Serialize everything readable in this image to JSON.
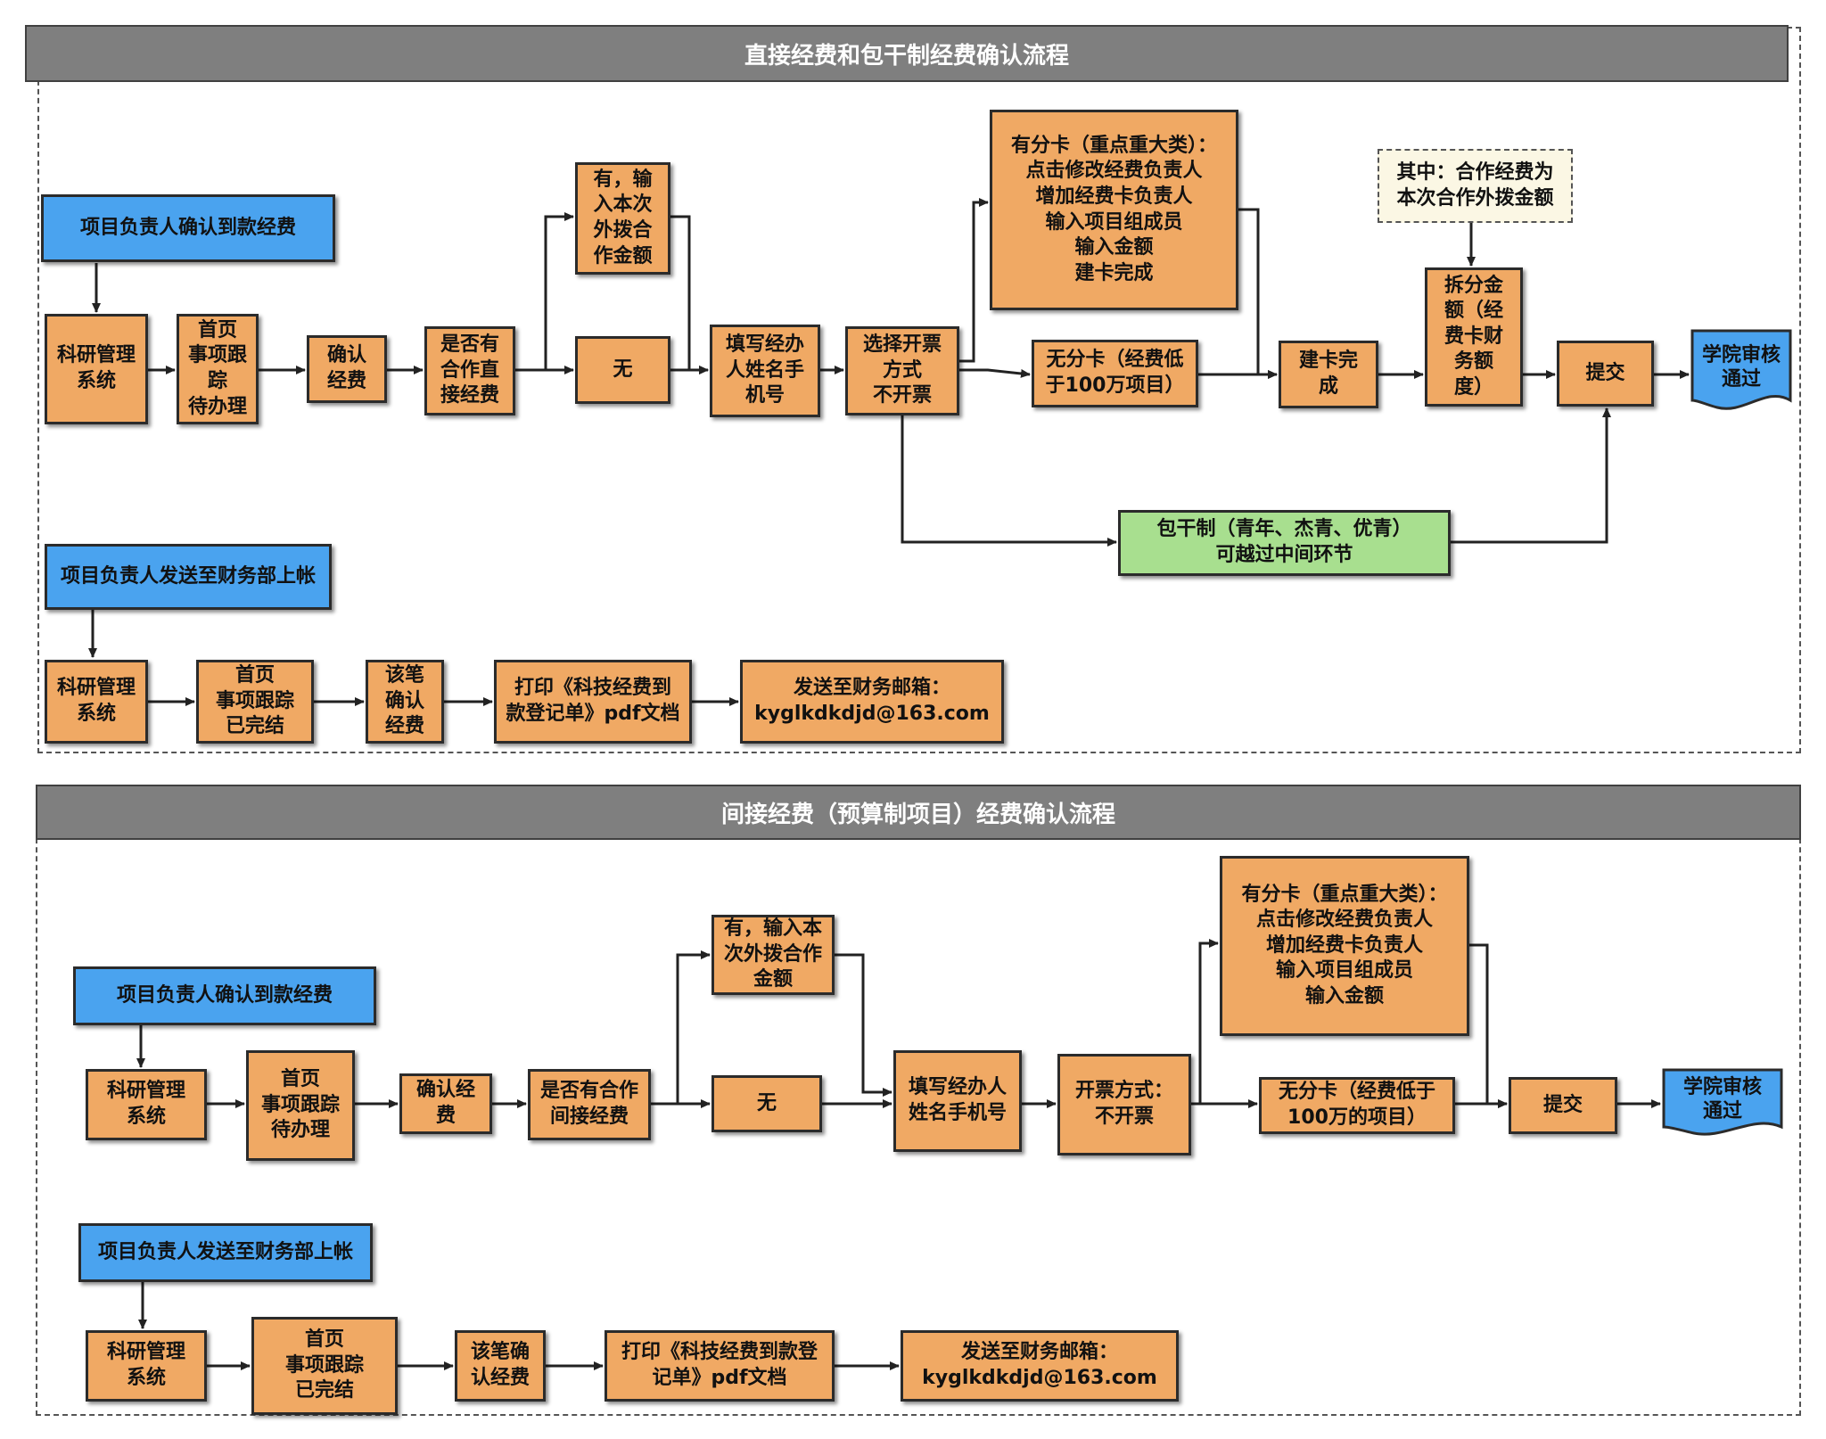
{
  "section1": {
    "title": "直接经费和包干制经费确认流程",
    "flow_a": {
      "start": "项目负责人确认到款经费",
      "sys": "科研管理\n系统",
      "homepage": "首页\n事项跟\n踪\n待办理",
      "confirm": "确认\n经费",
      "has_coop": "是否有\n合作直\n接经费",
      "yes_input": "有，输\n入本次\n外拨合\n作金额",
      "no": "无",
      "fill_phone": "填写经办\n人姓名手\n机号",
      "invoice": "选择开票\n方式\n不开票",
      "sub_card": "有分卡（重点重大类）：\n点击修改经费负责人\n增加经费卡负责人\n输入项目组成员\n输入金额\n建卡完成",
      "no_sub_card": "无分卡（经费低\n于100万项目）",
      "card_done": "建卡完\n成",
      "note": "其中：合作经费为\n本次合作外拨金额",
      "split": "拆分金\n额（经\n费卡财\n务额\n度）",
      "submit": "提交",
      "approve": "学院审核\n通过",
      "lump": "包干制（青年、杰青、优青）\n可越过中间环节"
    },
    "flow_b": {
      "start": "项目负责人发送至财务部上帐",
      "sys": "科研管理\n系统",
      "homepage": "首页\n事项跟踪\n已完结",
      "confirm": "该笔\n确认\n经费",
      "print": "打印《科技经费到\n款登记单》pdf文档",
      "send": "发送至财务邮箱：\nkyglkdkdjd@163.com"
    }
  },
  "section2": {
    "title": "间接经费（预算制项目）经费确认流程",
    "flow_a": {
      "start": "项目负责人确认到款经费",
      "sys": "科研管理\n系统",
      "homepage": "首页\n事项跟踪\n待办理",
      "confirm": "确认经\n费",
      "has_coop": "是否有合作\n间接经费",
      "yes_input": "有，输入本\n次外拨合作\n金额",
      "no": "无",
      "fill_phone": "填写经办人\n姓名手机号",
      "invoice": "开票方式：\n不开票",
      "sub_card": "有分卡（重点重大类）：\n点击修改经费负责人\n增加经费卡负责人\n输入项目组成员\n输入金额",
      "no_sub_card": "无分卡（经费低于\n100万的项目）",
      "submit": "提交",
      "approve": "学院审核\n通过"
    },
    "flow_b": {
      "start": "项目负责人发送至财务部上帐",
      "sys": "科研管理\n系统",
      "homepage": "首页\n事项跟踪\n已完结",
      "confirm": "该笔确\n认经费",
      "print": "打印《科技经费到款登\n记单》pdf文档",
      "send": "发送至财务邮箱：\nkyglkdkdjd@163.com"
    }
  },
  "colors": {
    "process": "#f0a964",
    "start": "#4aa3ef",
    "lump": "#a8df8f",
    "header": "#7f7f7f"
  }
}
